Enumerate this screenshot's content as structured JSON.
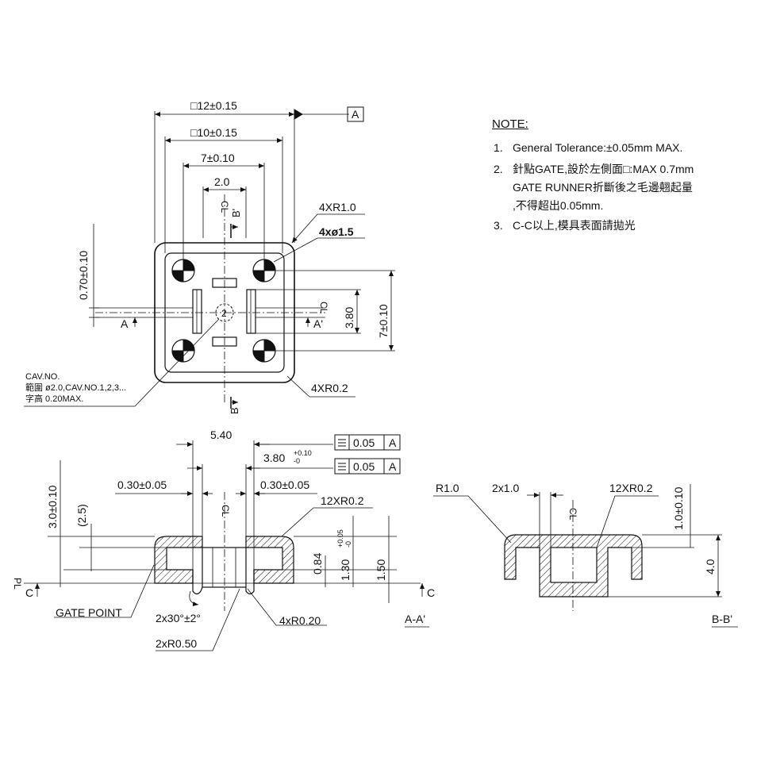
{
  "notes": {
    "title": "NOTE:",
    "item1_num": "1.",
    "item1": "General Tolerance:±0.05mm MAX.",
    "item2_num": "2.",
    "item2_l1": "針點GATE,設於左側面□:MAX 0.7mm",
    "item2_l2": "GATE RUNNER折斷後之毛邊翹起量",
    "item2_l3": ",不得超出0.05mm.",
    "item3_num": "3.",
    "item3": "C-C以上,模具表面請拋光"
  },
  "top_view": {
    "dim_outer": "□12±0.15",
    "datum_a": "A",
    "dim_inner": "□10±0.15",
    "dim_7": "7±0.10",
    "dim_2": "2.0",
    "cl_label": "CL",
    "b_prime": "B'",
    "corner_r1": "4XR1.0",
    "holes": "4xø1.5",
    "dim_070": "0.70±0.10",
    "a_label": "A",
    "a_prime": "A'",
    "dim_380": "3.80",
    "dim_7v": "7±0.10",
    "cav_line1": "CAV.NO.",
    "cav_line2": "範圍 ø2.0,CAV.NO.1,2,3...",
    "cav_line3": "字高 0.20MAX.",
    "cav_digit": "2",
    "corner_r02": "4XR0.2",
    "b_label": "B"
  },
  "section_aa": {
    "dim_540": "5.40",
    "dim_380": "3.80",
    "tol_380_up": "+0.10",
    "tol_380_dn": "-0",
    "fcf1_tol": "0.05",
    "fcf1_datum": "A",
    "fcf2_tol": "0.05",
    "fcf2_datum": "A",
    "dim_030_l": "0.30±0.05",
    "dim_030_r": "0.30±0.05",
    "cl_label": "CL",
    "r12": "12XR0.2",
    "dim_30": "3.0±0.10",
    "dim_25": "(2.5)",
    "dim_084": "0.84",
    "dim_130": "1.30",
    "tol_130_up": "+0.05",
    "tol_130_dn": "-0",
    "dim_150": "1.50",
    "pl_label": "PL",
    "c_left": "C",
    "c_right": "C",
    "gate_point": "GATE POINT",
    "angle": "2x30°±2°",
    "r020": "4xR0.20",
    "r050": "2xR0.50",
    "title": "A-A'"
  },
  "section_bb": {
    "r10": "R1.0",
    "dim_2x1": "2x1.0",
    "cl_label": "CL",
    "r12": "12XR0.2",
    "dim_10": "1.0±0.10",
    "dim_40": "4.0",
    "title": "B-B'"
  }
}
